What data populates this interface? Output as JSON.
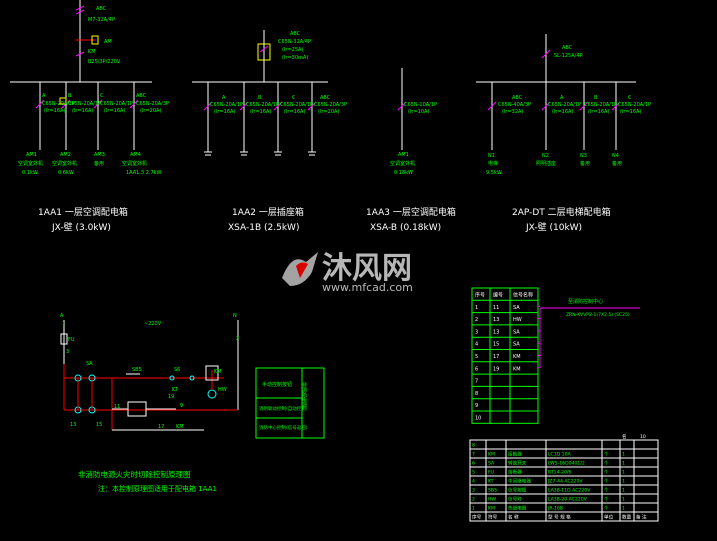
{
  "colors": {
    "background": "#000000",
    "wire": "#ffffff",
    "label": "#00ff00",
    "breaker": "#ff00ff",
    "control": "#ff0000",
    "terminal": "#00ffff",
    "title": "#ffffff",
    "watermark": "#c8c8c8",
    "accent": "#ffff00"
  },
  "panels": [
    {
      "id": "1AA1",
      "title": "1AA1 一层空调配电箱",
      "subtitle": "JX-壁 (3.0kW)",
      "incomer_top": "ABC",
      "incomer_spec": "M7-32A/4P",
      "incomer_aux": "AM",
      "incomer_km": "KM",
      "incomer_km_spec": "B25/3P/220V",
      "branches": [
        {
          "phase": "A",
          "spec": "C65N-20A/1P",
          "rating": "(Ir=16A)",
          "circuit": "AM1",
          "load": "空调室外机",
          "power": "0.1kW"
        },
        {
          "phase": "B",
          "spec": "C65N-20A/1P",
          "rating": "(Ir=16A)",
          "circuit": "AM2",
          "load": "空调室外机",
          "power": "0.6kW"
        },
        {
          "phase": "C",
          "spec": "C65N-20A/1P",
          "rating": "(Ir=16A)",
          "circuit": "AM3",
          "load": "备用",
          "power": ""
        },
        {
          "phase": "ABC",
          "spec": "C65N-20A/3P",
          "rating": "(Ir=20A)",
          "circuit": "AM4",
          "load": "空调室外机",
          "power": "1AA1.3 2.7kW"
        }
      ]
    },
    {
      "id": "1AA2",
      "title": "1AA2 一层插座箱",
      "subtitle": "XSA-1B (2.5kW)",
      "incomer_top": "ABC",
      "incomer_spec": "C65N-32A/4P",
      "incomer_aux": "(Ir=25A)",
      "incomer_km": "(Ir=30mA)",
      "branches": [
        {
          "phase": "A",
          "spec": "C65N-20A/1P",
          "rating": "(Ir=16A)"
        },
        {
          "phase": "B",
          "spec": "C65N-20A/1P",
          "rating": "(Ir=16A)"
        },
        {
          "phase": "C",
          "spec": "C65N-20A/1P",
          "rating": "(Ir=16A)"
        },
        {
          "phase": "ABC",
          "spec": "C65N-20A/3P",
          "rating": "(Ir=20A)"
        }
      ]
    },
    {
      "id": "1AA3",
      "title": "1AA3 一层空调配电箱",
      "subtitle": "XSA-B (0.18kW)",
      "branches": [
        {
          "phase": "",
          "spec": "C65N-10A/1P",
          "rating": "(Ir=10A)",
          "circuit": "AM1",
          "load": "空调室外机",
          "power": "0.18kW"
        }
      ]
    },
    {
      "id": "2AP-DT",
      "title": "2AP-DT 二层电梯配电箱",
      "subtitle": "JX-壁 (10kW)",
      "incomer_top": "ABC",
      "incomer_spec": "SL-125A/4P",
      "branches": [
        {
          "phase": "ABC",
          "spec": "C65N-40A/3P",
          "rating": "(Ir=32A)",
          "circuit": "N1",
          "load": "电梯",
          "power": "9.5kW"
        },
        {
          "phase": "A",
          "spec": "C65N-20A/1P",
          "rating": "(Ir=16A)",
          "circuit": "N2",
          "load": "照明插座",
          "power": ""
        },
        {
          "phase": "B",
          "spec": "C65N-20A/1P",
          "rating": "(Ir=16A)",
          "circuit": "N3",
          "load": "备用",
          "power": ""
        },
        {
          "phase": "C",
          "spec": "C65N-20A/1P",
          "rating": "(Ir=16A)",
          "circuit": "N4",
          "load": "备用",
          "power": ""
        }
      ]
    }
  ],
  "watermark": {
    "brand": "沐风网",
    "url": "www.mfcad.com"
  },
  "control": {
    "phase_a": "A",
    "neutral": "N",
    "voltage": "~220V",
    "fu": "FU",
    "fu_num": "3",
    "sa": "SA",
    "sb": "SB5",
    "s6": "S6",
    "km": "KM",
    "hw": "HW",
    "kt": "KT",
    "km2": "KM",
    "n1": "1",
    "n2": "2",
    "n11": "11",
    "n13": "13",
    "n15": "15",
    "n17": "17",
    "n19": "19",
    "n9": "9",
    "legend_title": "手动控制按钮",
    "legend_row1": "消防联动控制(自动控制)",
    "legend_row2": "消防中心控制(信号返回)",
    "legend_side": "非消防电源",
    "title": "非消防电源火灾时切除控制原理图",
    "note": "注：本控制原理图适用于配电箱 1AA1"
  },
  "terminal_table": {
    "headers": [
      "序号",
      "编号",
      "信号名称"
    ],
    "rows": [
      [
        "1",
        "11",
        "SA"
      ],
      [
        "2",
        "13",
        "HW"
      ],
      [
        "3",
        "13",
        "SA"
      ],
      [
        "4",
        "15",
        "SA"
      ],
      [
        "5",
        "17",
        "KM"
      ],
      [
        "6",
        "19",
        "KM"
      ],
      [
        "7",
        "",
        ""
      ],
      [
        "8",
        "",
        ""
      ],
      [
        "9",
        "",
        ""
      ],
      [
        "10",
        "",
        ""
      ]
    ],
    "right_title": "至消防控制中心",
    "right_cable": "ZRN-KVVP2-1(7X2.5) (SC25)"
  },
  "equipment_table": {
    "rows": [
      [
        "8",
        "",
        "",
        "",
        "",
        ""
      ],
      [
        "7",
        "KM",
        "接触器",
        "LC1D 10A",
        "个",
        "1"
      ],
      [
        "6",
        "SA",
        "转换开关",
        "LW5-16D0401/2",
        "个",
        "1"
      ],
      [
        "5",
        "FU",
        "熔断器",
        "RT14-20/6",
        "个",
        "1"
      ],
      [
        "4",
        "KT",
        "中间继电器",
        "JZ7-44 AC220V",
        "个",
        "1"
      ],
      [
        "3",
        "SB5",
        "信号按钮",
        "LA38-11D AC220V",
        "个",
        "1"
      ],
      [
        "2",
        "HW",
        "信号灯",
        "LA38-20 AC220V",
        "个",
        "1"
      ],
      [
        "1",
        "KM",
        "热继电器",
        "JR-16B",
        "个",
        "1"
      ]
    ],
    "footer": [
      "序号",
      "符号",
      "名 称",
      "型 号 规 格",
      "单位",
      "数量",
      "备 注"
    ],
    "top_right": [
      "名",
      "10"
    ]
  }
}
